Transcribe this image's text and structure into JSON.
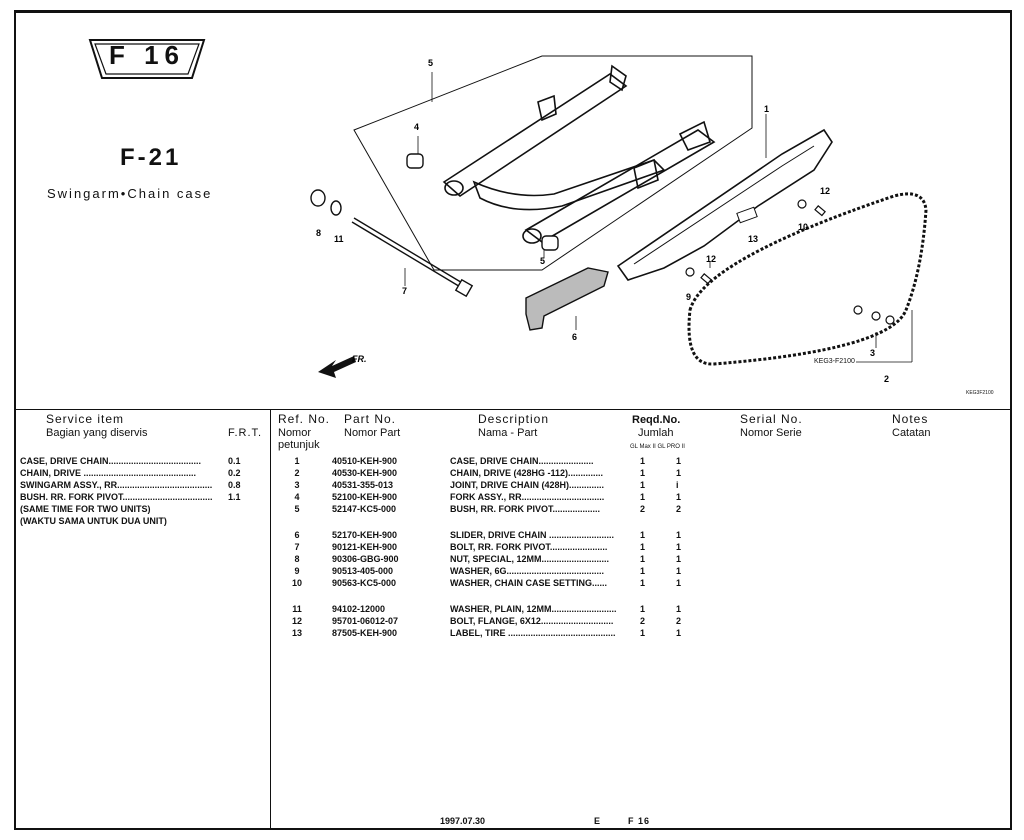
{
  "page": {
    "badge": "F 16",
    "section_number": "F-21",
    "section_title": "Swingarm•Chain case"
  },
  "diagram": {
    "callouts": [
      "1",
      "2",
      "3",
      "4",
      "5",
      "5",
      "6",
      "7",
      "8",
      "9",
      "10",
      "11",
      "12",
      "12",
      "13"
    ],
    "direction_label": "FR.",
    "illustration_code": "KEG3-F2100",
    "small_code": "KEG3F2100"
  },
  "headers": {
    "service_item": "Service     item",
    "service_item_local": "Bagian yang diservis",
    "frt": "F.R.T.",
    "ref_no": "Ref. No.",
    "ref_no_local": "Nomor",
    "ref_no_local2": "petunjuk",
    "part_no": "Part  No.",
    "part_no_local": "Nomor Part",
    "description": "Description",
    "description_local": "Nama - Part",
    "reqd_no": "Reqd.No.",
    "reqd_no_local": "Jumlah",
    "reqd_variants": "GL Max II  GL PRO II",
    "serial_no": "Serial No.",
    "serial_no_local": "Nomor Serie",
    "notes": "Notes",
    "notes_local": "Catatan"
  },
  "service_items": [
    {
      "name": "CASE, DRIVE CHAIN.....................................",
      "frt": "0.1"
    },
    {
      "name": "CHAIN, DRIVE .............................................",
      "frt": "0.2"
    },
    {
      "name": "SWINGARM ASSY., RR......................................",
      "frt": "0.8"
    },
    {
      "name": "BUSH. RR. FORK PIVOT....................................",
      "frt": "1.1"
    },
    {
      "name": "(SAME TIME FOR TWO UNITS)",
      "frt": ""
    },
    {
      "name": "(WAKTU SAMA UNTUK DUA UNIT)",
      "frt": ""
    }
  ],
  "parts": [
    {
      "ref": "1",
      "part_no": "40510-KEH-900",
      "description": "CASE, DRIVE CHAIN......................",
      "q1": "1",
      "q2": "1"
    },
    {
      "ref": "2",
      "part_no": "40530-KEH-900",
      "description": "CHAIN, DRIVE (428HG -112)..............",
      "q1": "1",
      "q2": "1"
    },
    {
      "ref": "3",
      "part_no": "40531-355-013",
      "description": "JOINT, DRIVE CHAIN (428H)..............",
      "q1": "1",
      "q2": "i"
    },
    {
      "ref": "4",
      "part_no": "52100-KEH-900",
      "description": "FORK ASSY., RR.................................",
      "q1": "1",
      "q2": "1"
    },
    {
      "ref": "5",
      "part_no": "52147-KC5-000",
      "description": "BUSH, RR. FORK PIVOT...................",
      "q1": "2",
      "q2": "2"
    },
    {
      "ref": "6",
      "part_no": "52170-KEH-900",
      "description": "SLIDER, DRIVE CHAIN ..........................",
      "q1": "1",
      "q2": "1"
    },
    {
      "ref": "7",
      "part_no": "90121-KEH-900",
      "description": "BOLT, RR. FORK PIVOT.......................",
      "q1": "1",
      "q2": "1"
    },
    {
      "ref": "8",
      "part_no": "90306-GBG-900",
      "description": "NUT, SPECIAL, 12MM...........................",
      "q1": "1",
      "q2": "1"
    },
    {
      "ref": "9",
      "part_no": "90513-405-000",
      "description": "WASHER, 6G.......................................",
      "q1": "1",
      "q2": "1"
    },
    {
      "ref": "10",
      "part_no": "90563-KC5-000",
      "description": "WASHER, CHAIN CASE SETTING......",
      "q1": "1",
      "q2": "1"
    },
    {
      "ref": "11",
      "part_no": "94102-12000",
      "description": "WASHER, PLAIN, 12MM..........................",
      "q1": "1",
      "q2": "1"
    },
    {
      "ref": "12",
      "part_no": "95701-06012-07",
      "description": "BOLT, FLANGE, 6X12.............................",
      "q1": "2",
      "q2": "2"
    },
    {
      "ref": "13",
      "part_no": "87505-KEH-900",
      "description": "LABEL, TIRE ...........................................",
      "q1": "1",
      "q2": "1"
    }
  ],
  "footer": {
    "date": "1997.07.30",
    "language_code": "E",
    "page_code": "F 16"
  }
}
